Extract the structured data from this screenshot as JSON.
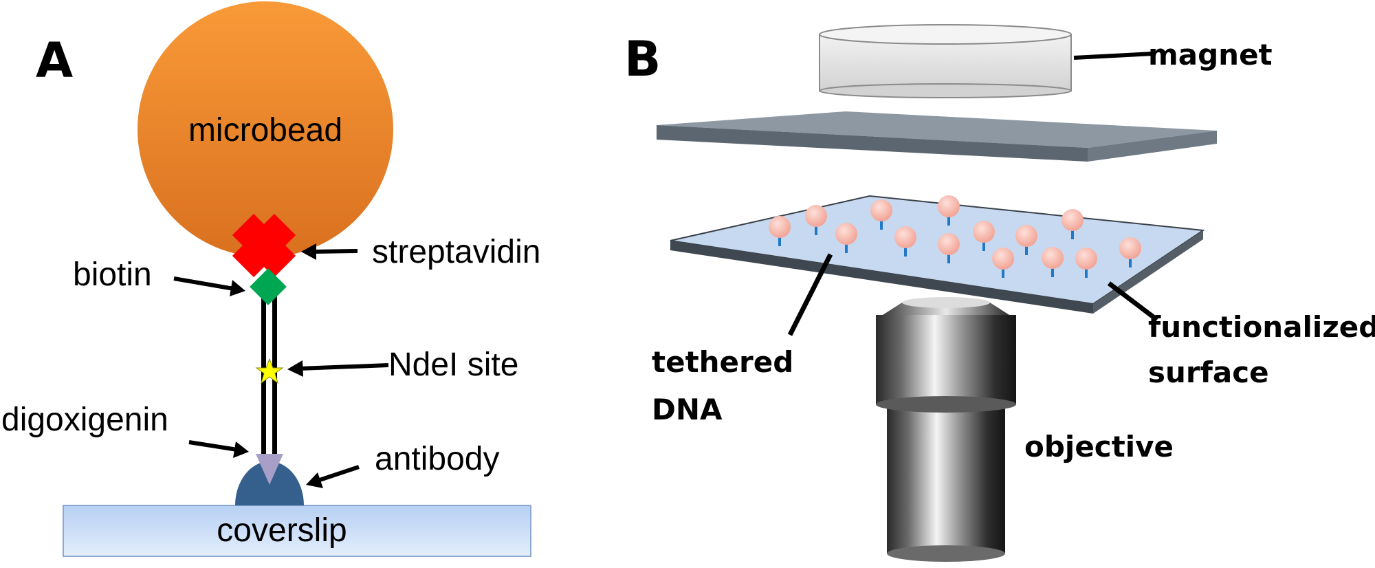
{
  "panel_a": {
    "letter": "A",
    "labels": {
      "microbead": "microbead",
      "streptavidin": "streptavidin",
      "biotin": "biotin",
      "ndei_site": "NdeI site",
      "digoxigenin": "digoxigenin",
      "antibody": "antibody",
      "coverslip": "coverslip"
    },
    "colors": {
      "microbead": "#e8822a",
      "streptavidin": "#ff0000",
      "biotin": "#00a651",
      "ndei_site": "#ffff00",
      "digoxigenin": "#a79fc8",
      "antibody": "#355f8d",
      "coverslip": "#c7dcf7"
    }
  },
  "panel_b": {
    "letter": "B",
    "labels": {
      "magnet": "magnet",
      "tethered_dna_line1": "tethered",
      "tethered_dna_line2": "DNA",
      "functionalized_line1": "functionalized",
      "functionalized_line2": "surface",
      "objective": "objective"
    },
    "colors": {
      "top_plate": "#7f8b97",
      "surface": "#c6d9f0",
      "bead": "#f6b3a6",
      "tether": "#1f78c8"
    }
  }
}
